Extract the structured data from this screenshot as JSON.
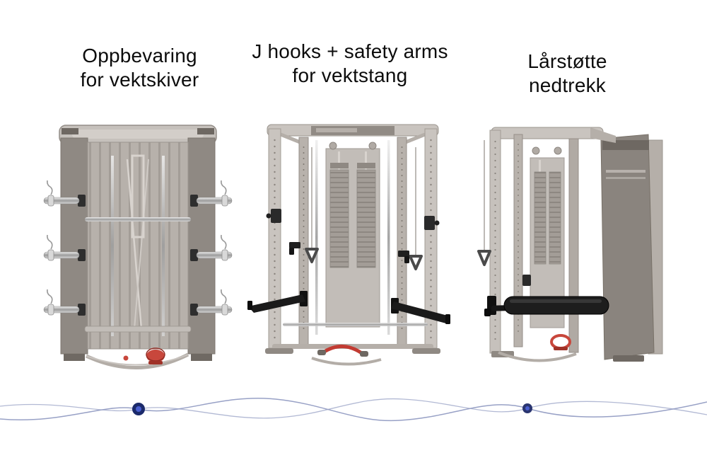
{
  "panels": [
    {
      "caption": [
        "Oppbevaring",
        "for vektskiver"
      ],
      "image": "rack-rear-view-with-weight-plate-storage-pegs"
    },
    {
      "caption": [
        "J hooks + safety arms",
        "for vektstang"
      ],
      "image": "smith-machine-front-view-with-j-hooks-and-safety-arms"
    },
    {
      "caption": [
        "Lårstøtte",
        "nedtrekk"
      ],
      "image": "rack-angled-view-with-thigh-support-roller"
    }
  ],
  "divider": {
    "wave_color": "#98a1c6",
    "bead_color": "#1b2a6b",
    "bead_inner_color": "#4a5fd0",
    "bead_small_color": "#2a3570"
  },
  "accents": {
    "highlight_black": "#1a1a1a",
    "accessory_red": "#c8473c",
    "machine_gray": "#8f8983",
    "machine_light_gray": "#c6c1bc"
  }
}
